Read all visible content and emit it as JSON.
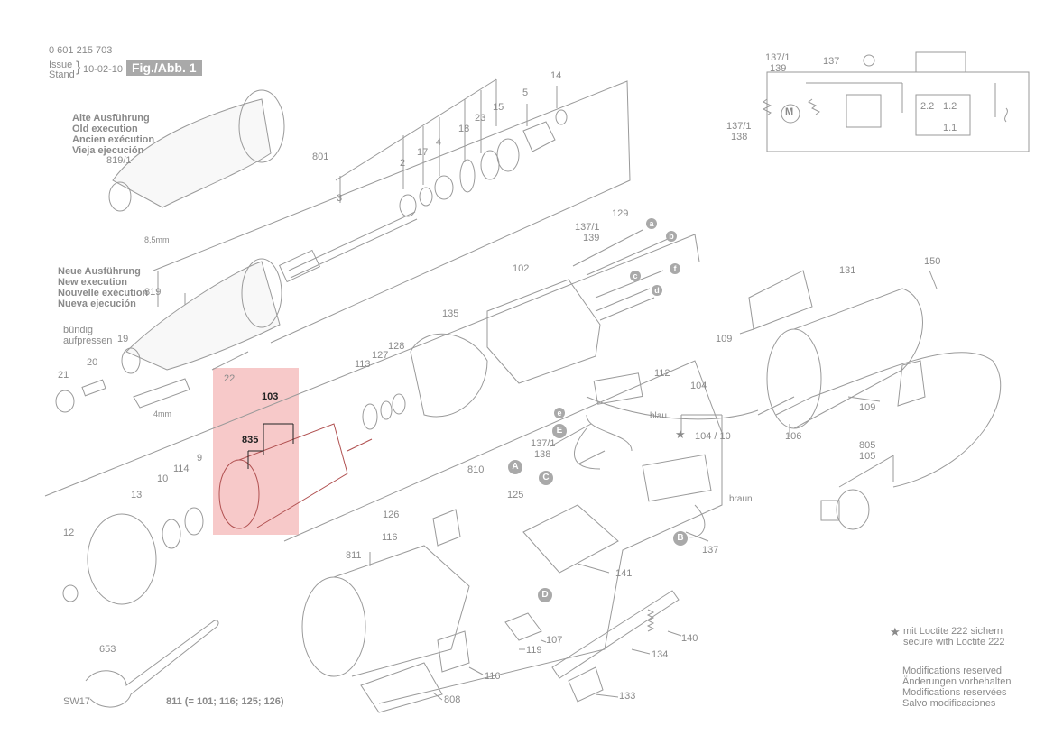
{
  "header": {
    "doc_number": "0 601 215 703",
    "issue_label_1": "Issue",
    "issue_label_2": "Stand",
    "issue_date": "10-02-10",
    "figure_title": "Fig./Abb. 1"
  },
  "old_execution": [
    "Alte Ausführung",
    "Old execution",
    "Ancien exécution",
    "Vieja ejecución"
  ],
  "new_execution": [
    "Neue Ausführung",
    "New execution",
    "Nouvelle exécution",
    "Nueva ejecución"
  ],
  "buendig": [
    "bündig",
    "aufpressen"
  ],
  "dims": {
    "upper": "8,5mm",
    "lower": "4mm"
  },
  "wire_colors": {
    "blue": "blau",
    "brown": "braun"
  },
  "connector_letters": [
    "a",
    "b",
    "c",
    "d",
    "e",
    "f"
  ],
  "circle_letters": [
    "A",
    "B",
    "C",
    "D",
    "E"
  ],
  "part_labels": {
    "p819_1": "819/1",
    "p801": "801",
    "p3": "3",
    "p2": "2",
    "p17": "17",
    "p4": "4",
    "p18": "18",
    "p23": "23",
    "p15": "15",
    "p5": "5",
    "p14": "14",
    "p137_1a": "137/1",
    "p139a": "139",
    "p129": "129",
    "p102": "102",
    "p819": "819",
    "p19": "19",
    "p21": "21",
    "p20": "20",
    "p22": "22",
    "p135": "135",
    "p128": "128",
    "p127": "127",
    "p113": "113",
    "p103": "103",
    "p835": "835",
    "p9": "9",
    "p114": "114",
    "p10": "10",
    "p13": "13",
    "p12": "12",
    "p653": "653",
    "pSW17": "SW17",
    "p811_note": "811 (= 101; 116; 125; 126)",
    "p131": "131",
    "p150": "150",
    "p109a": "109",
    "p109b": "109",
    "p106": "106",
    "p112": "112",
    "p104": "104",
    "p104_10": "104 / 10",
    "p137_1b": "137/1",
    "p138b": "138",
    "p810": "810",
    "p125": "125",
    "p126": "126",
    "p116a": "116",
    "p811": "811",
    "p141": "141",
    "p137b": "137",
    "p805": "805",
    "p105": "105",
    "p107": "107",
    "p119": "119",
    "p116b": "116",
    "p808": "808",
    "p140": "140",
    "p134": "134",
    "p133": "133",
    "s137_1": "137/1",
    "s139": "139",
    "s137": "137",
    "s137_1b": "137/1",
    "s138": "138"
  },
  "schematic": {
    "motor": "M",
    "c22": "2.2",
    "c12": "1.2",
    "c11": "1.1"
  },
  "notes": {
    "loctite_de": "mit Loctite 222 sichern",
    "loctite_en": "secure with Loctite 222",
    "mods": [
      "Modifications reserved",
      "Änderungen vorbehalten",
      "Modifications reservées",
      "Salvo modificaciones"
    ]
  },
  "colors": {
    "line": "#9a9a9a",
    "highlight": "#f7c9c9",
    "badge": "#a9a9a9",
    "selected_text": "#222222"
  }
}
